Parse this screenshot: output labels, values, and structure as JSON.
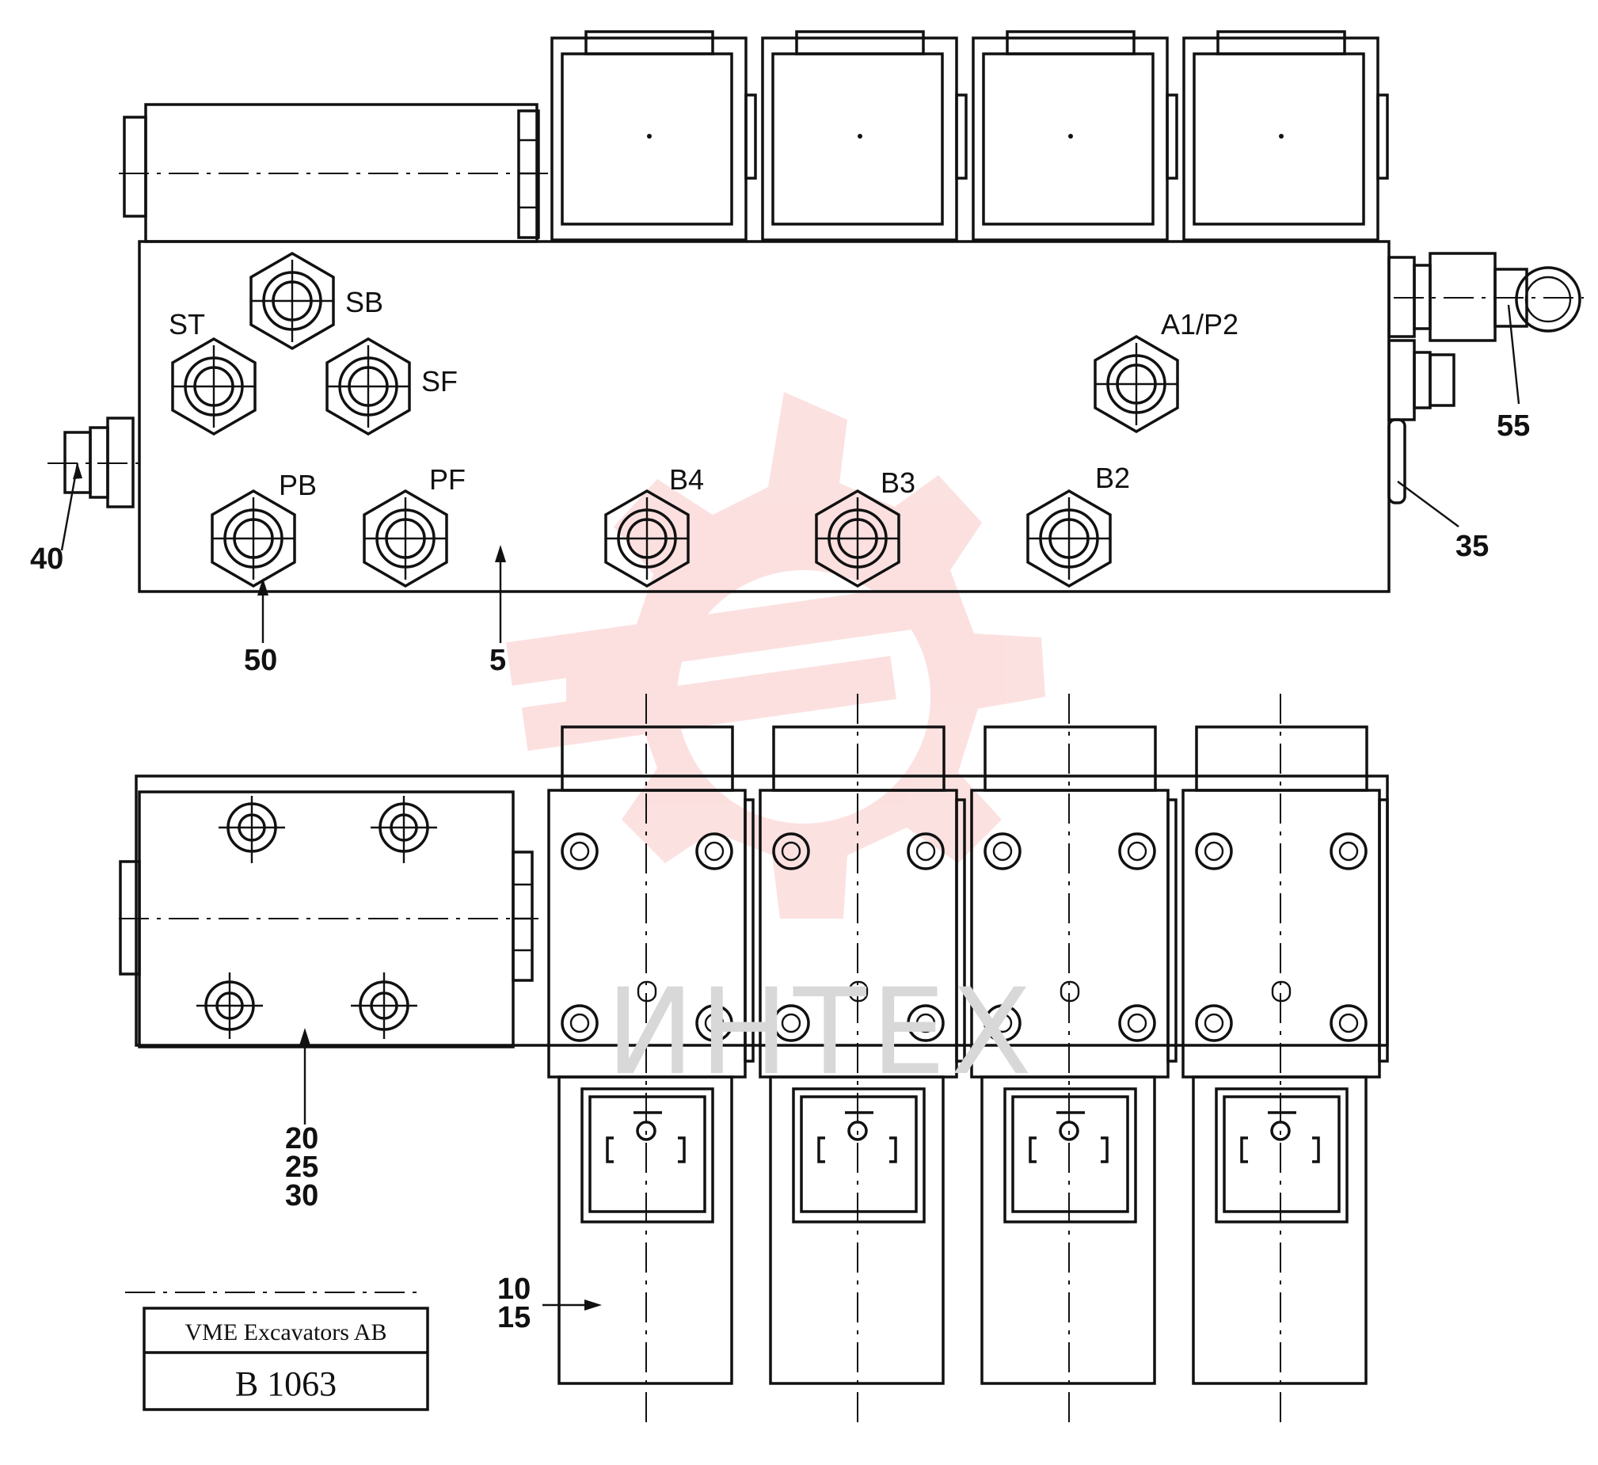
{
  "top_view": {
    "port_labels": {
      "st": "ST",
      "sb": "SB",
      "sf": "SF",
      "a1p2": "A1/P2",
      "pb": "PB",
      "pf": "PF",
      "b4": "B4",
      "b3": "B3",
      "b2": "B2"
    },
    "callouts": {
      "c40": "40",
      "c50": "50",
      "c5": "5",
      "c35": "35",
      "c55": "55"
    }
  },
  "side_view": {
    "callouts": {
      "c20": "20",
      "c25": "25",
      "c30": "30",
      "c10": "10",
      "c15": "15"
    }
  },
  "title_block": {
    "company": "VME Excavators AB",
    "drawing_no": "B 1063"
  },
  "watermark": {
    "text": "ИНТЕХ",
    "logo_color": "#f26b6b"
  }
}
